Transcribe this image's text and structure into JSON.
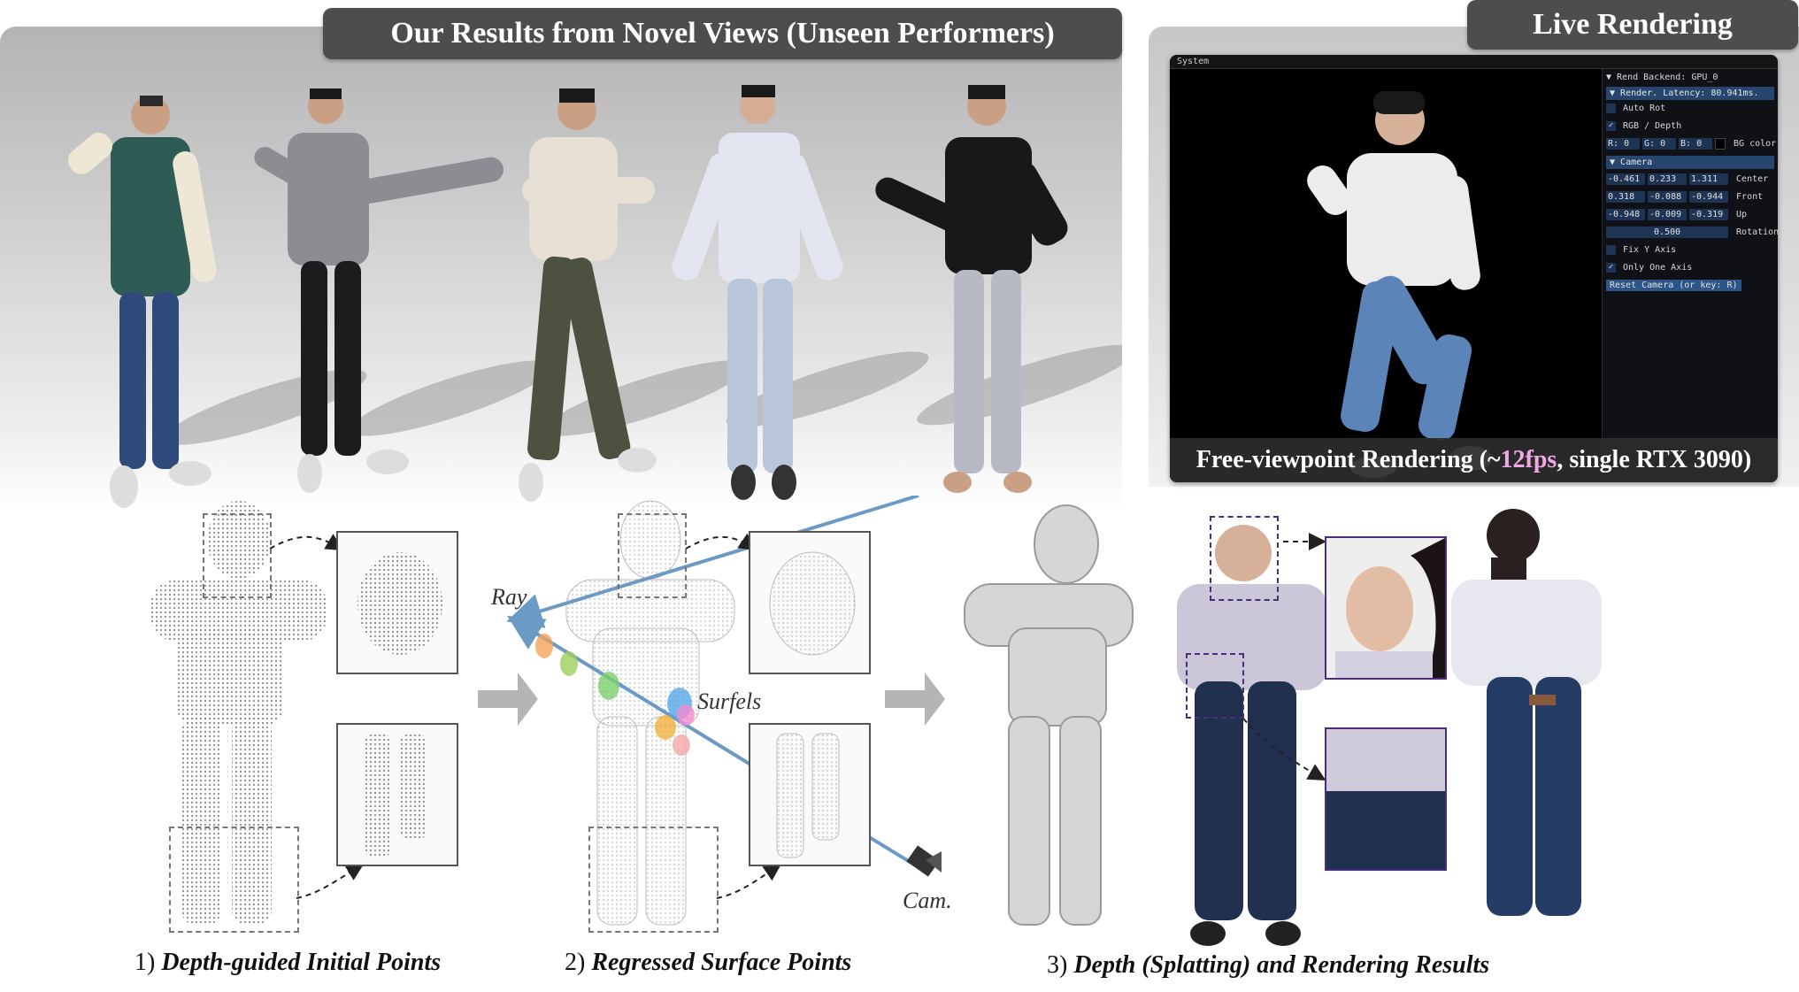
{
  "results_title": "Our Results from Novel Views (Unseen Performers)",
  "live_title": "Live Rendering",
  "window": {
    "title": "System",
    "panel": {
      "rend_backend": "Rend Backend: GPU_0",
      "render_latency": "Render. Latency: 80.941ms.",
      "auto_rot": "Auto Rot",
      "rgb_depth": "RGB / Depth",
      "r_label": "R:",
      "r_value": "0",
      "g_label": "G:",
      "g_value": "0",
      "b_label": "B:",
      "b_value": "0",
      "bg_color": "BG color",
      "camera_header": "Camera",
      "center": [
        "-0.461",
        "0.233",
        "1.311"
      ],
      "center_label": "Center",
      "front": [
        "0.318",
        "-0.088",
        "-0.944"
      ],
      "front_label": "Front",
      "up": [
        "-0.948",
        "-0.009",
        "-0.319"
      ],
      "up_label": "Up",
      "rotation_value": "0.500",
      "rotation_label": "Rotation",
      "fix_y_axis": "Fix Y Axis",
      "only_one_axis": "Only One Axis",
      "reset_camera": "Reset Camera (or key: R)"
    }
  },
  "caption": {
    "prefix": "Free-viewpoint Rendering (~",
    "fps": "12fps",
    "suffix": ", single RTX 3090)"
  },
  "labels": {
    "ray": "Ray",
    "surfels": "Surfels",
    "cam": "Cam."
  },
  "steps": [
    {
      "num": "1)",
      "text": "Depth-guided Initial Points"
    },
    {
      "num": "2)",
      "text": "Regressed Surface Points"
    },
    {
      "num": "3)",
      "text": "Depth (Splatting) and Rendering Results"
    }
  ],
  "colors": {
    "title_bar": "#4d4d4d",
    "panel_header": "#26466e",
    "fps_highlight": "#f2a8e6",
    "ray_line": "#6b9ac4",
    "zoom_border_purple": "#4a2e7a"
  }
}
